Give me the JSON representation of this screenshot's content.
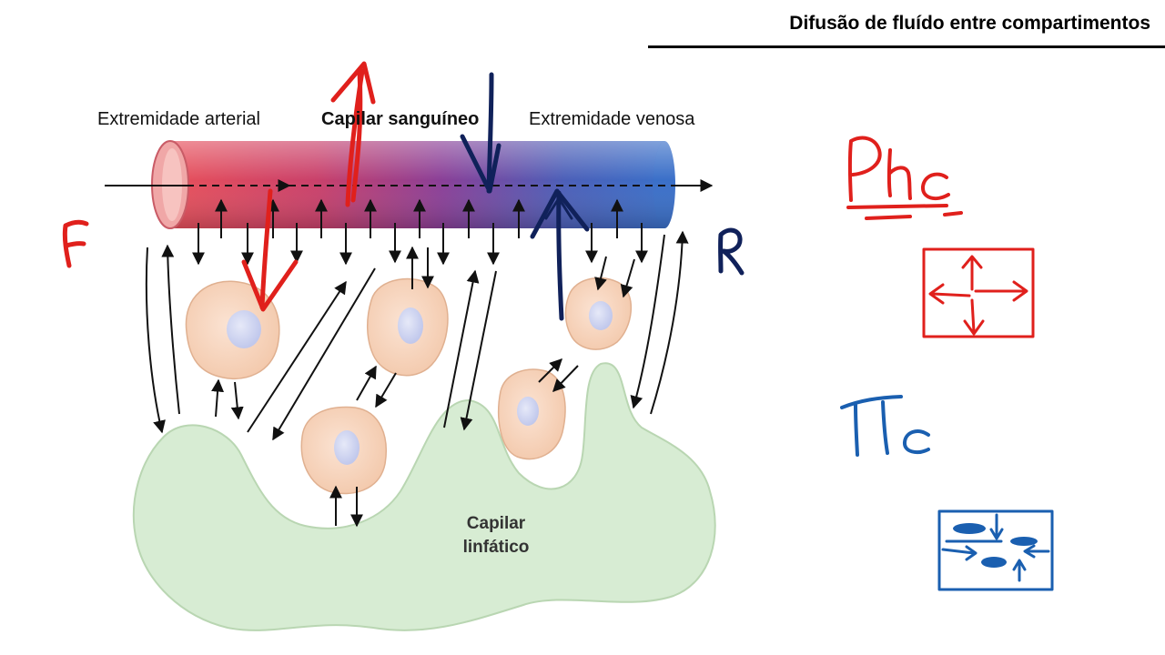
{
  "header": {
    "title": "Difusão de fluído entre compartimentos"
  },
  "diagram": {
    "arterial_label": "Extremidade arterial",
    "capillary_label": "Capilar sanguíneo",
    "venous_label": "Extremidade venosa",
    "lymphatic_label_line1": "Capilar",
    "lymphatic_label_line2": "linfático"
  },
  "annotations": {
    "left_letter": "F",
    "right_letter": "R",
    "hydrostatic_text": "Phc",
    "oncotic_text": "πc",
    "red_color": "#e0201c",
    "blue_color": "#1a5fb0",
    "navy_color": "#10215a"
  }
}
